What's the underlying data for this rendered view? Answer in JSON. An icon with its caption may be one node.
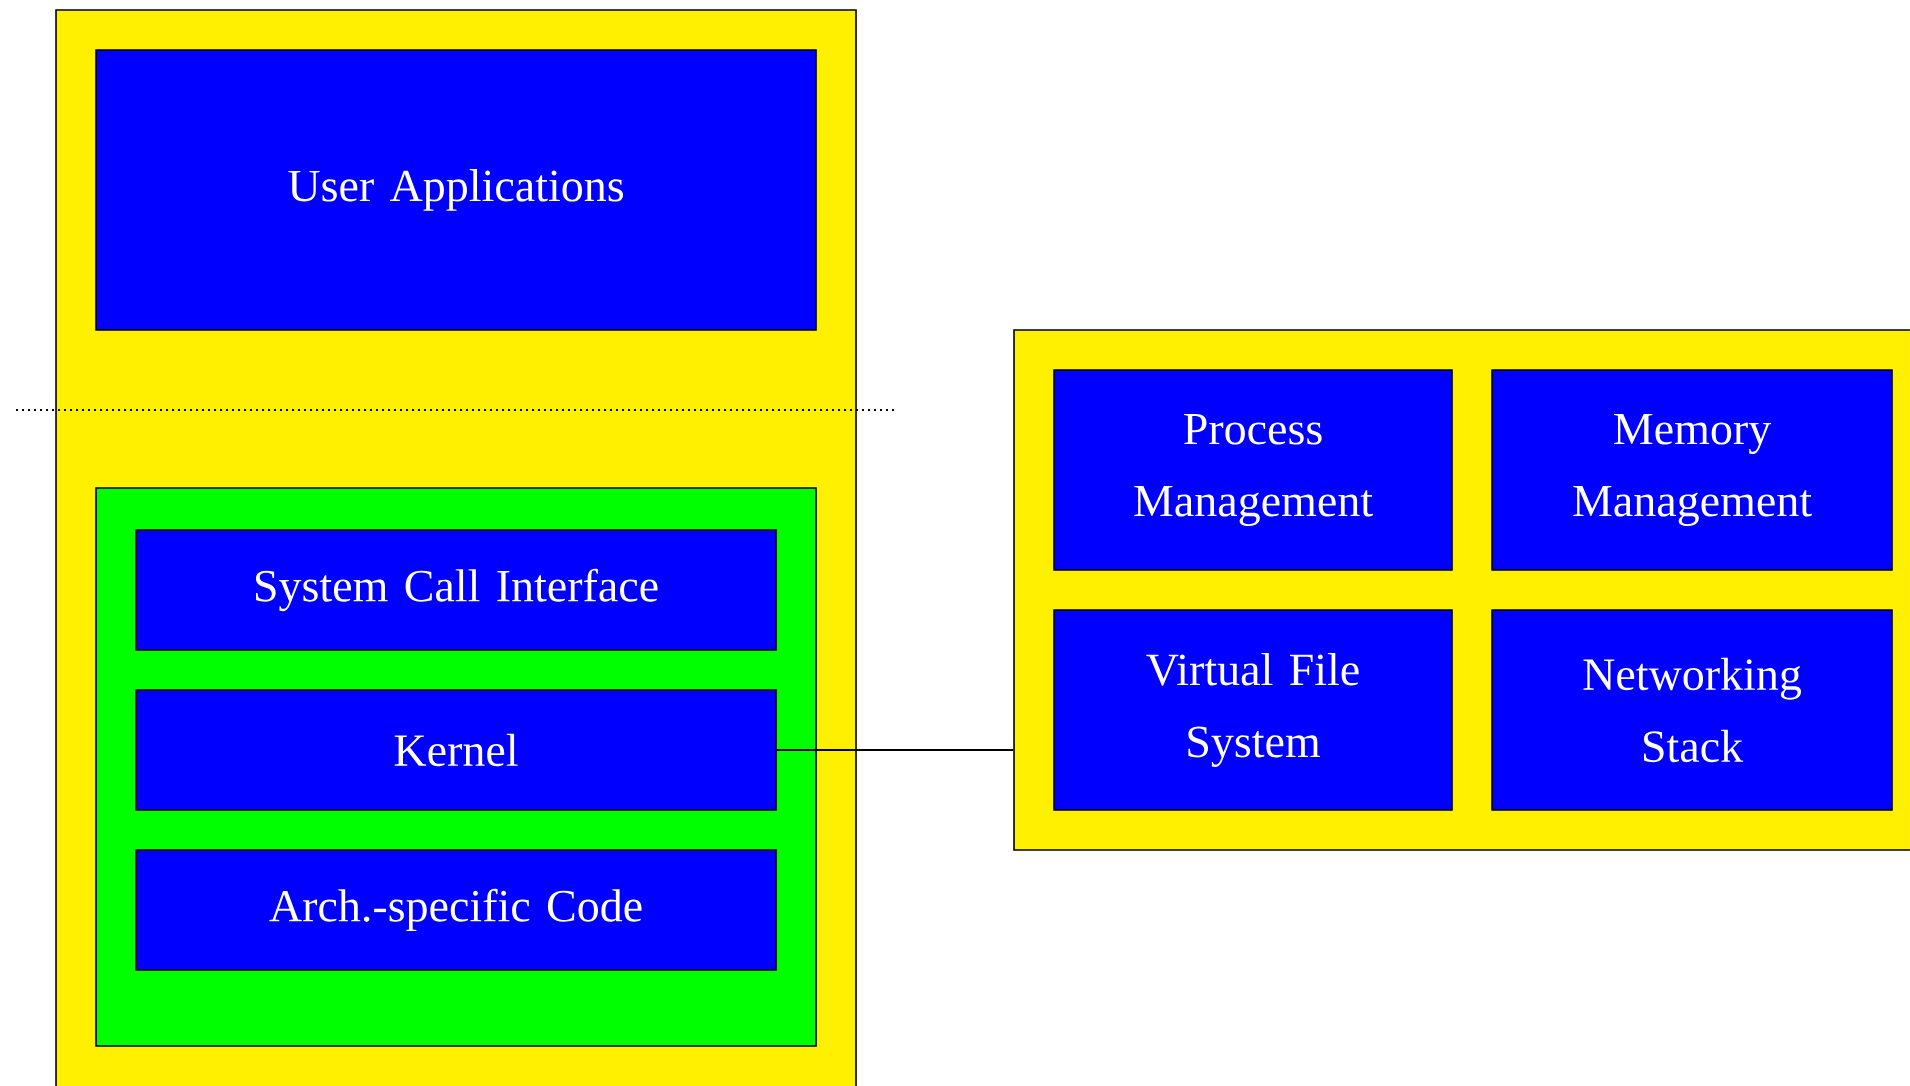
{
  "diagram": {
    "nodes": [
      {
        "text": [],
        "shape": "box"
      },
      {
        "text": [
          "User Applications"
        ],
        "in": 0
      },
      {
        "text": [],
        "shape": "box",
        "in": 0
      },
      {
        "text": [
          "System Call Interface"
        ],
        "in": 2
      },
      {
        "text": [
          "Kernel"
        ],
        "in": 2
      },
      {
        "text": [
          "Arch.-specific Code"
        ],
        "in": 2
      },
      {
        "text": [],
        "shape": "box"
      },
      {
        "text": [
          "Process Management"
        ],
        "in": 6
      },
      {
        "text": [
          "Memory Management"
        ],
        "in": 6
      },
      {
        "text": [
          "Virtual File System"
        ],
        "in": 6
      },
      {
        "text": [
          "Networking Stack"
        ],
        "in": 6
      }
    ],
    "edges": [
      {
        "from": 4,
        "to": 6,
        "arrow": "none"
      }
    ]
  }
}
